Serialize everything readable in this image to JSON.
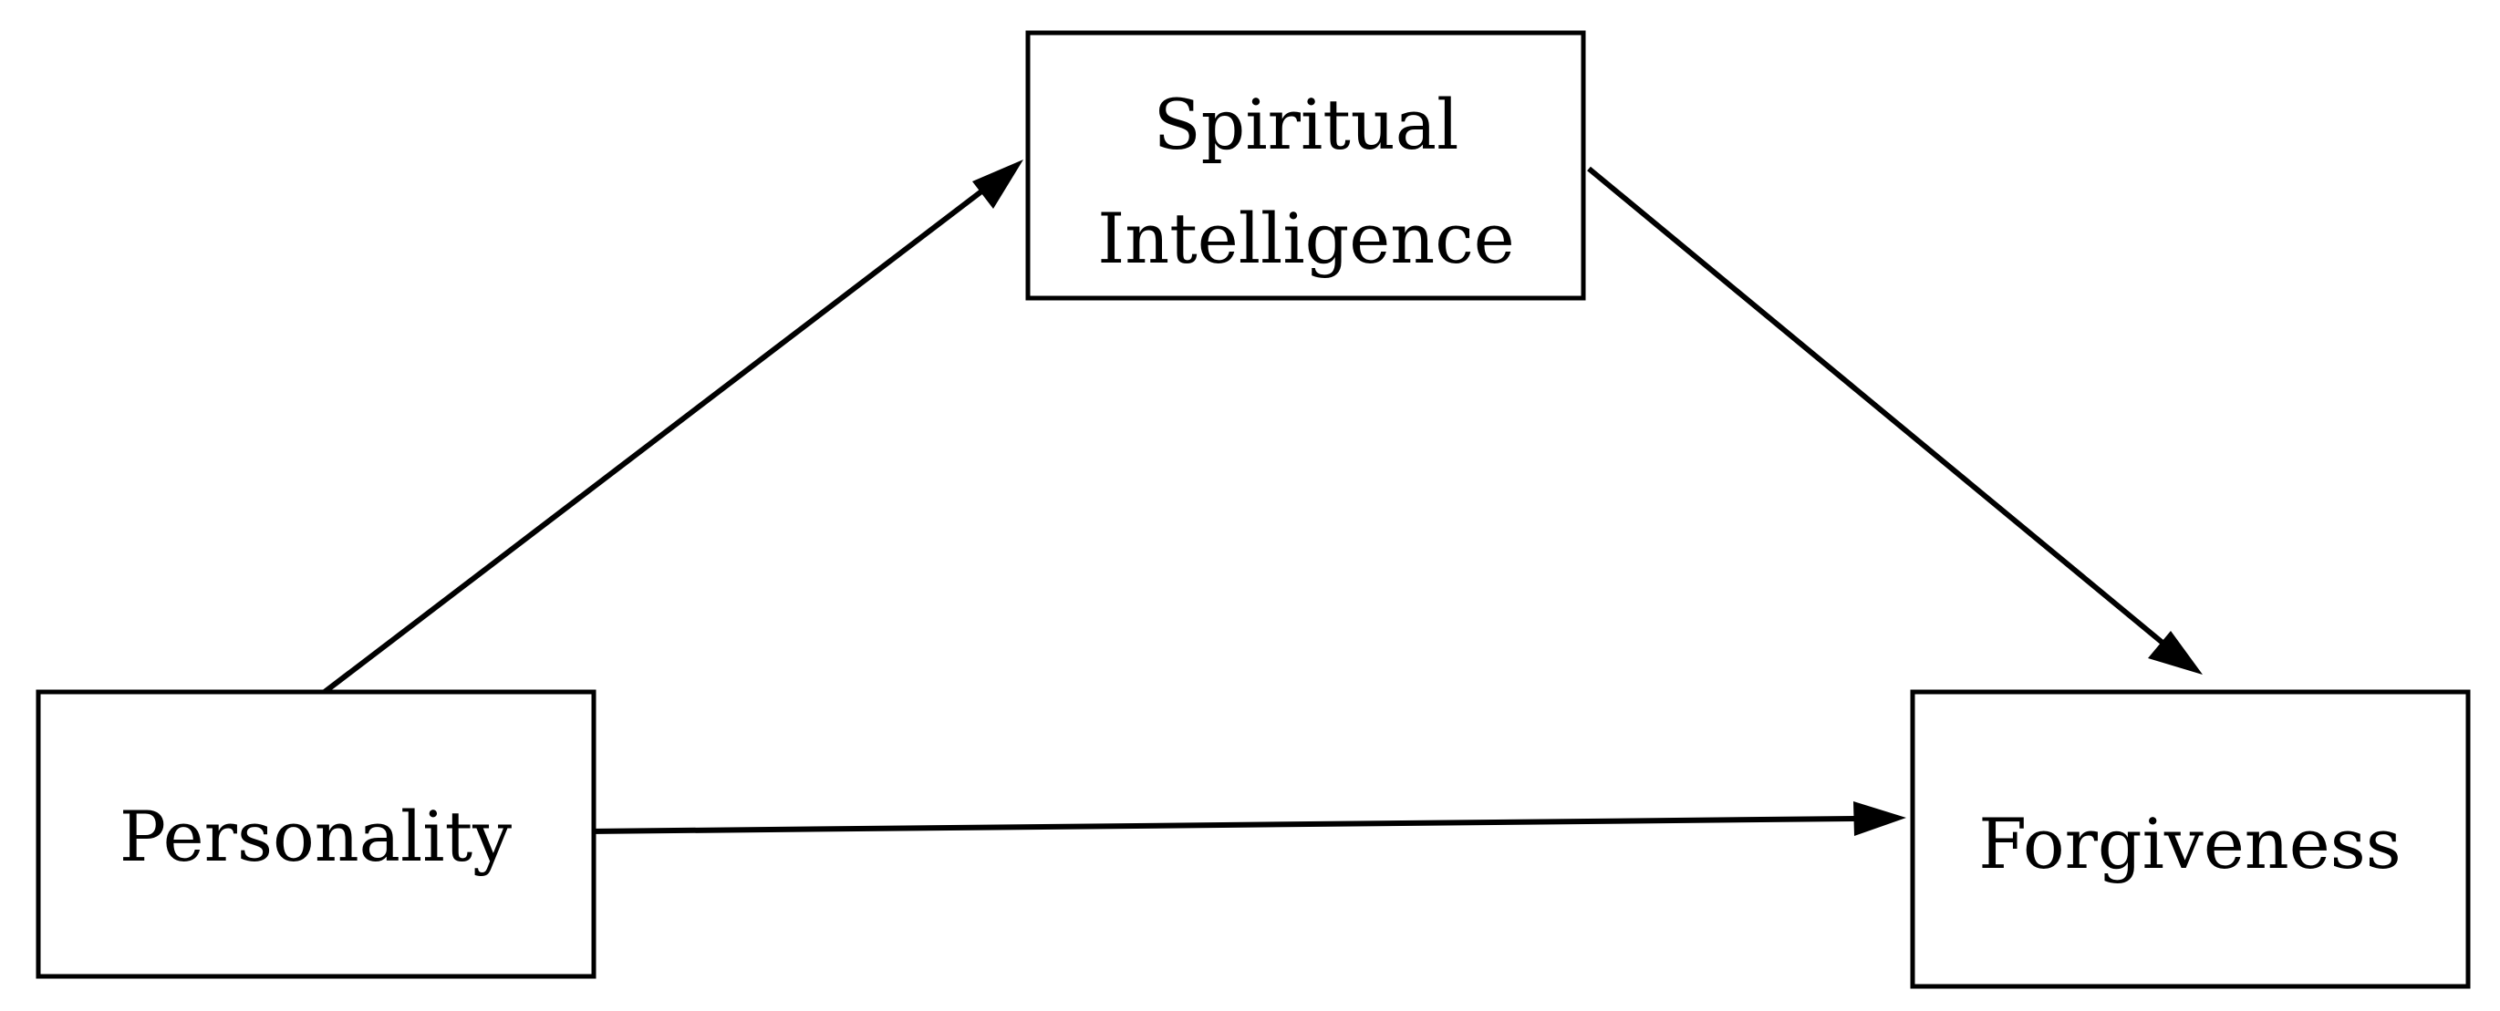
{
  "nodes": {
    "mediator": {
      "line1": "Spiritual",
      "line2": "Intelligence"
    },
    "predictor": {
      "label": "Personality"
    },
    "outcome": {
      "label": "Forgiveness"
    }
  },
  "edges": [
    {
      "from": "predictor",
      "to": "mediator"
    },
    {
      "from": "mediator",
      "to": "outcome"
    },
    {
      "from": "predictor",
      "to": "outcome"
    }
  ],
  "colors": {
    "stroke": "#000000",
    "background": "#ffffff"
  }
}
